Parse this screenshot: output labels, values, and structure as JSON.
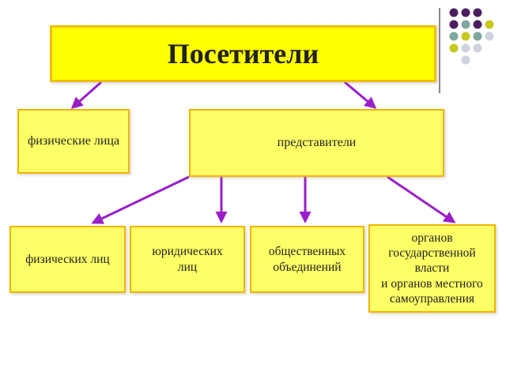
{
  "diagram": {
    "root": "Посетители",
    "level1": [
      "физические лица",
      "представители"
    ],
    "level2": [
      "физических лиц",
      "юридических\nлиц",
      "общественных\nобъединений",
      "органов\nгосударственной\nвласти\nи органов местного\nсамоуправления"
    ]
  },
  "colors": {
    "box_fill": "#ffff66",
    "root_fill": "#ffff00",
    "box_border": "#f0b400",
    "arrow": "#9a1ec8",
    "dot_purple": "#4b1f5e",
    "dot_teal": "#7fa6a0",
    "dot_olive": "#c8c81e",
    "dot_gray": "#cfd2dc"
  },
  "decoration": {
    "dot_grid": [
      [
        "purple",
        "purple",
        "purple",
        ""
      ],
      [
        "purple",
        "teal",
        "purple",
        "olive"
      ],
      [
        "teal",
        "olive",
        "teal",
        "gray"
      ],
      [
        "olive",
        "gray",
        "gray",
        ""
      ],
      [
        "",
        "gray",
        "",
        ""
      ]
    ]
  }
}
